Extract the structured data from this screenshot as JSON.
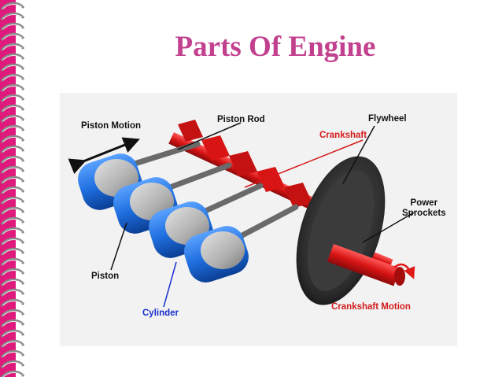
{
  "slide": {
    "title": "Parts Of Engine"
  },
  "labels": {
    "piston_motion": "Piston Motion",
    "piston_rod": "Piston Rod",
    "crankshaft": "Crankshaft",
    "flywheel": "Flywheel",
    "power_sprockets_line1": "Power",
    "power_sprockets_line2": "Sprockets",
    "piston": "Piston",
    "cylinder": "Cylinder",
    "crankshaft_motion": "Crankshaft  Motion"
  },
  "colors": {
    "title": "#c2418f",
    "spiral_binding": "#e0197d",
    "cylinder": "#1f6fe0",
    "piston": "#b5b5b5",
    "crankshaft": "#e01818",
    "flywheel": "#2b2b2b",
    "crankshaft_label": "#d41a1a",
    "cylinder_label": "#1a2fd0",
    "panel_bg": "#f2f2f2"
  }
}
